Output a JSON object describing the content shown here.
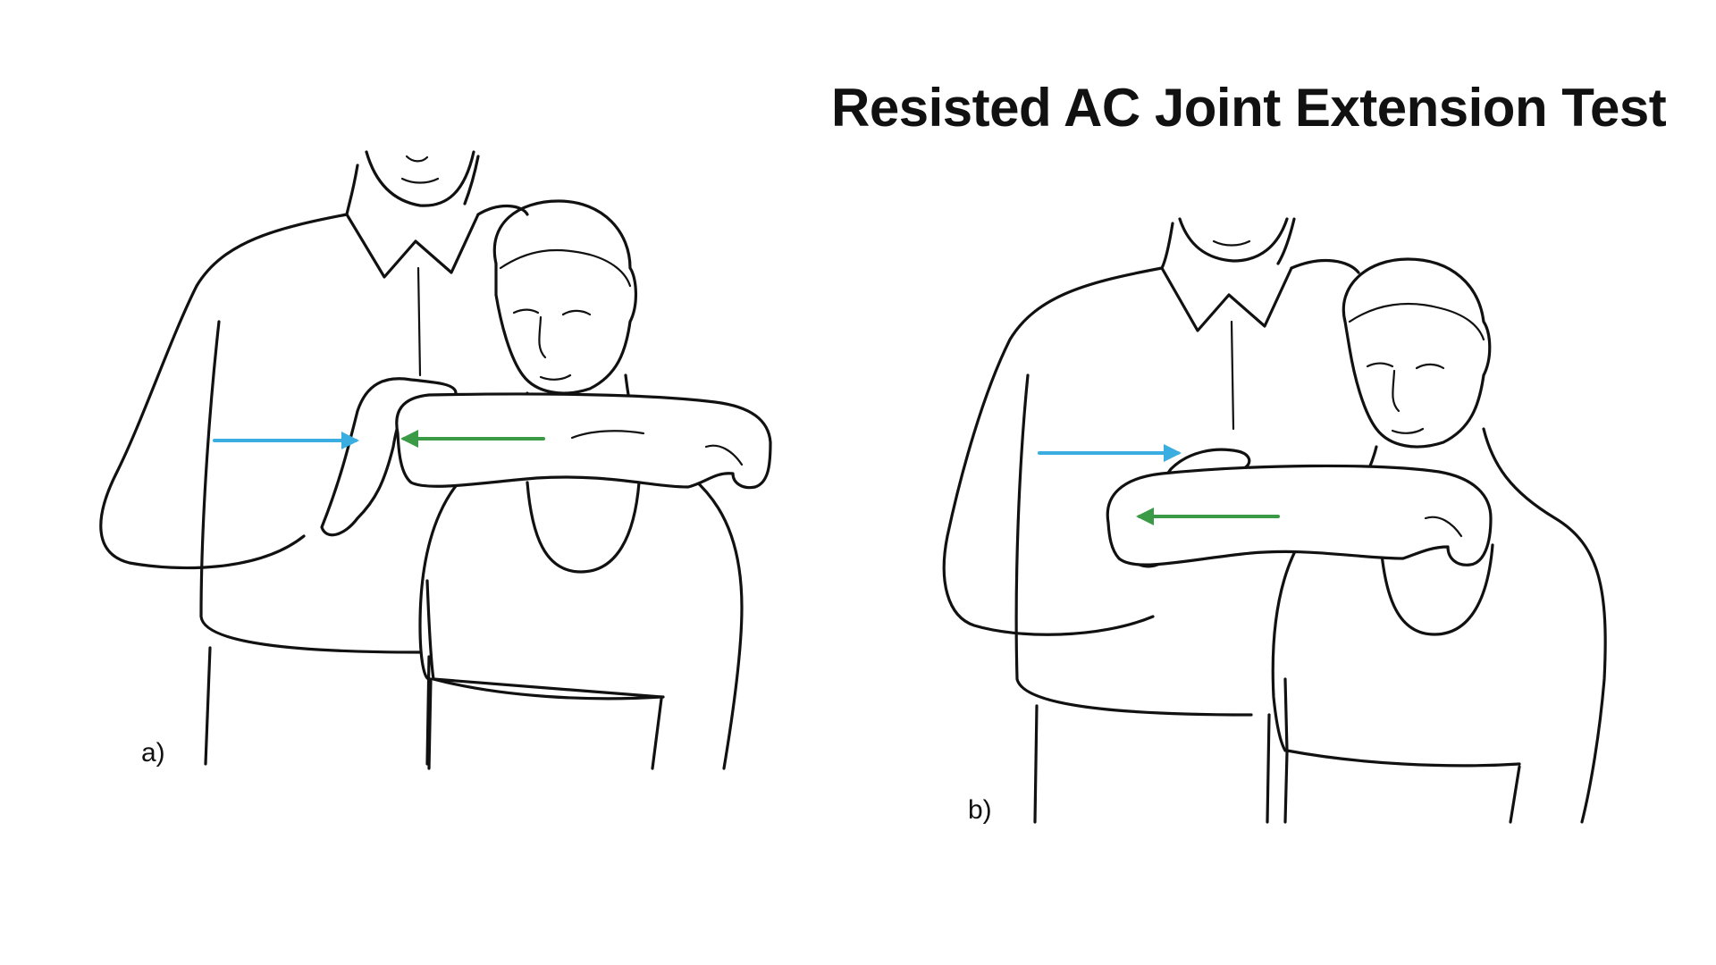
{
  "title": "Resisted AC Joint Extension Test",
  "panels": [
    {
      "label": "a)"
    },
    {
      "label": "b)"
    }
  ],
  "colors": {
    "examiner_force_arrow": "#3aaee0",
    "patient_force_arrow": "#3a9a45",
    "line_art": "#111111",
    "background": "#ffffff"
  }
}
